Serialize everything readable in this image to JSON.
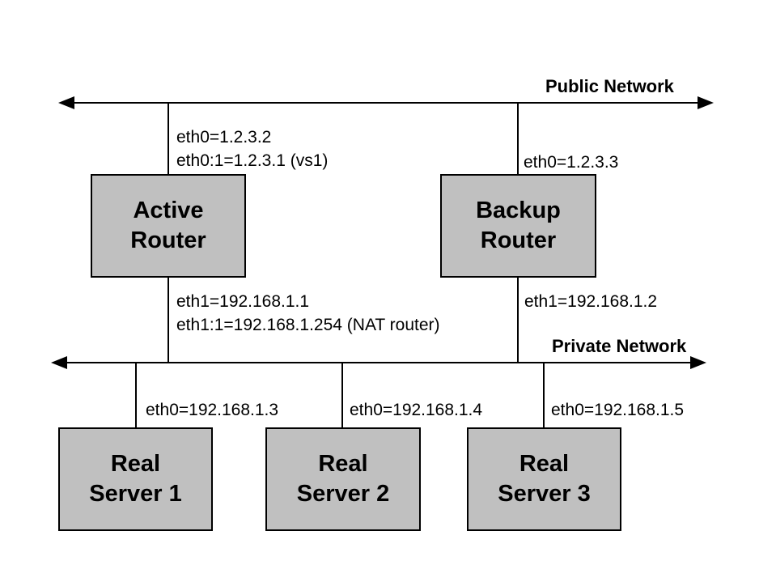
{
  "diagram_colors": {
    "background": "#ffffff",
    "node_fill": "#c0c0c0",
    "node_border": "#000000",
    "line": "#000000",
    "text": "#000000"
  },
  "networks": {
    "public": {
      "label": "Public Network"
    },
    "private": {
      "label": "Private Network"
    }
  },
  "nodes": {
    "active_router": {
      "line1": "Active",
      "line2": "Router"
    },
    "backup_router": {
      "line1": "Backup",
      "line2": "Router"
    },
    "real_server_1": {
      "line1": "Real",
      "line2": "Server 1"
    },
    "real_server_2": {
      "line1": "Real",
      "line2": "Server 2"
    },
    "real_server_3": {
      "line1": "Real",
      "line2": "Server 3"
    }
  },
  "interfaces": {
    "active_eth0": "eth0=1.2.3.2",
    "active_eth0_alias": "eth0:1=1.2.3.1 (vs1)",
    "backup_eth0": "eth0=1.2.3.3",
    "active_eth1": "eth1=192.168.1.1",
    "active_eth1_alias": "eth1:1=192.168.1.254 (NAT router)",
    "backup_eth1": "eth1=192.168.1.2",
    "real_server_1_eth0": "eth0=192.168.1.3",
    "real_server_2_eth0": "eth0=192.168.1.4",
    "real_server_3_eth0": "eth0=192.168.1.5"
  }
}
